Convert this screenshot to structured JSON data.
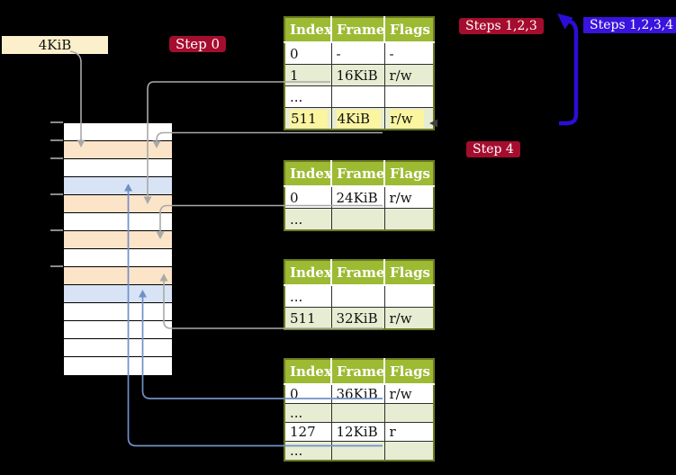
{
  "colors": {
    "background": "#000000",
    "badge_red": "#A50D2E",
    "badge_blue": "#3A13DE",
    "loop_arrow_blue": "#2B0ED6",
    "table_header_green": "#9DBA33",
    "table_row_green": "#E7EDD2",
    "row_highlight_yellow": "#FBF5A0",
    "frame_label_cream": "#FBF0CB",
    "mem_orange": "#FCE4C8",
    "mem_blue": "#D8E4F5",
    "mem_white": "#FFFFFF",
    "arrow_gray": "#A9A9A9",
    "arrow_blue": "#7090C6",
    "table_border": "#6D7A22",
    "tick_gray": "#8A8A8A"
  },
  "frame_box": {
    "label": "4KiB"
  },
  "badges": {
    "step0": "Step 0",
    "steps123": "Steps 1,2,3",
    "steps1234": "Steps 1,2,3,4",
    "step4": "Step 4"
  },
  "table_headers": [
    "Index",
    "Frame",
    "Flags"
  ],
  "tables": [
    {
      "id": "table-1",
      "rows": [
        {
          "cells": [
            "0",
            "-",
            "-"
          ],
          "shade": false,
          "highlight": false
        },
        {
          "cells": [
            "1",
            "16KiB",
            "r/w"
          ],
          "shade": true,
          "highlight": false
        },
        {
          "cells": [
            "...",
            "",
            ""
          ],
          "shade": false,
          "highlight": false
        },
        {
          "cells": [
            "511",
            "4KiB",
            "r/w"
          ],
          "shade": true,
          "highlight": true
        }
      ]
    },
    {
      "id": "table-2",
      "rows": [
        {
          "cells": [
            "0",
            "24KiB",
            "r/w"
          ],
          "shade": false,
          "highlight": false
        },
        {
          "cells": [
            "...",
            "",
            ""
          ],
          "shade": true,
          "highlight": false
        }
      ]
    },
    {
      "id": "table-3",
      "rows": [
        {
          "cells": [
            "...",
            "",
            ""
          ],
          "shade": false,
          "highlight": false
        },
        {
          "cells": [
            "511",
            "32KiB",
            "r/w"
          ],
          "shade": true,
          "highlight": false
        }
      ]
    },
    {
      "id": "table-4",
      "rows": [
        {
          "cells": [
            "0",
            "36KiB",
            "r/w"
          ],
          "shade": false,
          "highlight": false
        },
        {
          "cells": [
            "...",
            "",
            ""
          ],
          "shade": true,
          "highlight": false
        },
        {
          "cells": [
            "127",
            "12KiB",
            "r"
          ],
          "shade": false,
          "highlight": false
        },
        {
          "cells": [
            "...",
            "",
            ""
          ],
          "shade": true,
          "highlight": false
        }
      ]
    }
  ],
  "memory": {
    "rows": [
      "white",
      "orange",
      "white",
      "blue",
      "orange",
      "white",
      "orange",
      "white",
      "orange",
      "blue",
      "white",
      "white",
      "white",
      "white"
    ],
    "tick_offsets": [
      0,
      20,
      40,
      80,
      120,
      160
    ]
  },
  "arrows": {
    "gray": [
      "frame-box-to-4kib-frame",
      "table1-entry1-to-16kib-frame",
      "table1-entry511-to-4kib-frame",
      "table2-entry0-to-24kib-frame",
      "table3-entry511-to-32kib-frame"
    ],
    "blue": [
      "table4-entry0-to-36kib-frame",
      "table4-entry127-to-12kib-frame"
    ],
    "loop": "recursive-loop-on-table1"
  }
}
